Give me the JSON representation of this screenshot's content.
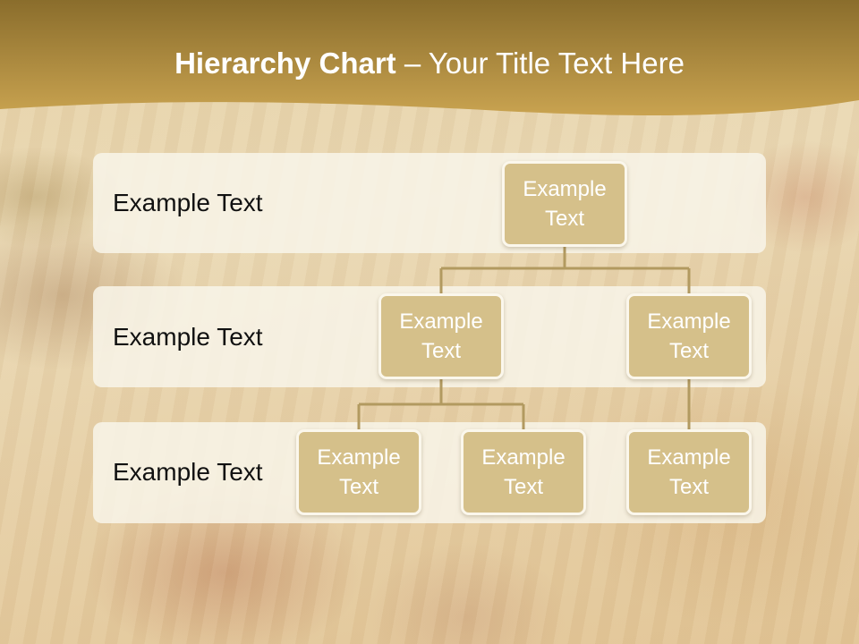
{
  "title": {
    "bold": "Hierarchy Chart",
    "dash": " – ",
    "rest": "Your Title Text Here"
  },
  "levels": [
    {
      "label": "Example Text"
    },
    {
      "label": "Example Text"
    },
    {
      "label": "Example Text"
    }
  ],
  "nodes": {
    "root": "Example\nText",
    "mid_left": "Example\nText",
    "mid_right": "Example\nText",
    "leaf_1": "Example\nText",
    "leaf_2": "Example\nText",
    "leaf_3": "Example\nText"
  },
  "colors": {
    "banner_dark": "#8a6d2c",
    "banner_light": "#c9a350",
    "node_fill": "#d5c08a",
    "connector": "#b29a60",
    "band": "#f8f4e9"
  }
}
